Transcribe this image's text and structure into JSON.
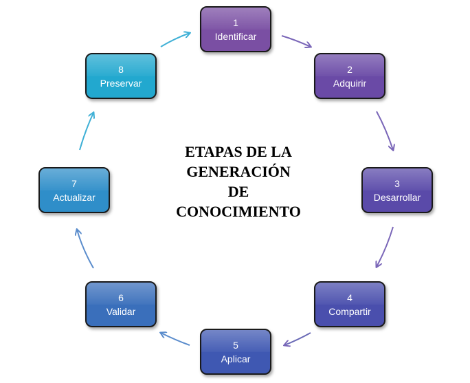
{
  "title": {
    "lines": [
      "ETAPAS DE LA",
      "GENERACIÓN",
      "DE",
      "CONOCIMIENTO"
    ]
  },
  "stages": [
    {
      "number": "1",
      "label": "Identificar",
      "color": "#7a4fa3"
    },
    {
      "number": "2",
      "label": "Adquirir",
      "color": "#6a4aa6"
    },
    {
      "number": "3",
      "label": "Desarrollar",
      "color": "#5a4aa9"
    },
    {
      "number": "4",
      "label": "Compartir",
      "color": "#4a4fad"
    },
    {
      "number": "5",
      "label": "Aplicar",
      "color": "#3f58b2"
    },
    {
      "number": "6",
      "label": "Validar",
      "color": "#3a6fbb"
    },
    {
      "number": "7",
      "label": "Actualizar",
      "color": "#2f8ec9"
    },
    {
      "number": "8",
      "label": "Preservar",
      "color": "#22a8cf"
    }
  ],
  "arrow_colors": {
    "purple": "#7a66b8",
    "blue": "#5a8ccc",
    "cyan": "#3fb0d6"
  }
}
